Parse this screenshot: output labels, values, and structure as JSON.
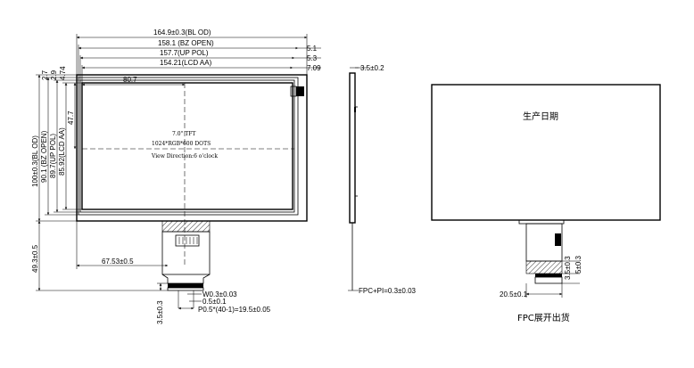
{
  "front_view": {
    "width_dims": [
      "164.9±0.3(BL OD)",
      "158.1 (BZ OPEN)",
      "157.7(UP POL)",
      "154.21(LCD AA)"
    ],
    "right_offsets": [
      "5.1",
      "5.3",
      "7.09"
    ],
    "top_offsets": [
      "2.7",
      "2.9",
      "4.74"
    ],
    "height_dims": [
      "100±0.3(BL OD)",
      "90.1 (BZ OPEN)",
      "89.7(UP POL)",
      "85.92(LCD AA)"
    ],
    "center_x": "80.7",
    "center_y": "47.7",
    "fpc_total": "49.3±0.5",
    "fpc_offset": "67.53±0.5",
    "fpc_tail": "3.5±0.3",
    "pin_width": "W0.3±0.03",
    "pin_gap": "0.5±0.1",
    "pitch": "P0.5*(40-1)=19.5±0.05",
    "label_line1": "7.0\" TFT",
    "label_line2": "1024*RGB*600 DOTS",
    "label_line3": "View Direction:6 o'clock"
  },
  "side_view": {
    "thickness": "3.5±0.2",
    "fpc_thickness": "FPC+PI=0.3±0.03"
  },
  "back_view": {
    "date_label": "生产日期",
    "dim_a": "3.5±0.3",
    "dim_b": "5±0.3",
    "dim_c": "20.5±0.1",
    "caption": "FPC展开出货"
  }
}
